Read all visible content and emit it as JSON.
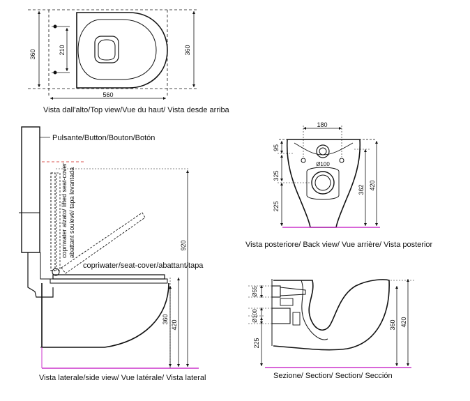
{
  "top_view": {
    "caption": "Vista dall'alto/Top view/Vue du haut/ Vista desde arriba",
    "dim_width": "560",
    "dim_depth_left": "360",
    "dim_depth_right": "360",
    "dim_holes": "210"
  },
  "back_view": {
    "caption": "Vista posteriore/ Back view/ Vue arrière/ Vista posterior",
    "dim_hole_spacing": "180",
    "dim_top": "95",
    "dim_height_325": "325",
    "dim_height_225": "225",
    "dim_height_362": "362",
    "dim_height_420": "420",
    "dim_outlet": "Ø100"
  },
  "side_view": {
    "caption": "Vista laterale/side view/ Vue latérale/ Vista lateral",
    "label_button": "Pulsante/Button/Bouton/Botón",
    "label_lifted_cover": "copriwater alzato/ lifted seat-cover",
    "label_lifted_cover_2": "abattant soulevé/ tapa levantada",
    "label_cover": "copriwater/seat-cover/abattant/tapa",
    "dim_920": "920",
    "dim_360": "360",
    "dim_420": "420"
  },
  "section_view": {
    "caption": "Sezione/ Section/ Section/ Sección",
    "dim_inlet": "Ø55",
    "dim_outlet": "Ø100",
    "dim_225": "225",
    "dim_360": "360",
    "dim_420": "420"
  },
  "colors": {
    "line": "#111111",
    "floor": "#cc33cc",
    "wall_ref": "#d9534f"
  }
}
